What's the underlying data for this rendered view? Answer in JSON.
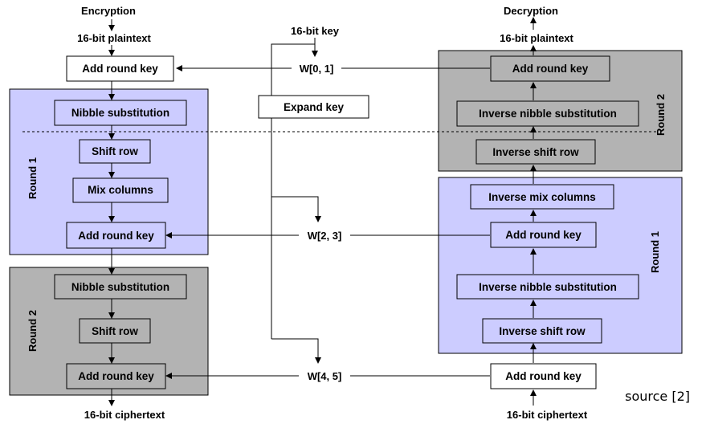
{
  "encryption": {
    "title": "Encryption",
    "input": "16-bit plaintext",
    "output": "16-bit ciphertext",
    "add_round_key_0": "Add round key",
    "round1": {
      "label": "Round 1",
      "nibble_sub": "Nibble substitution",
      "shift_row": "Shift row",
      "mix_columns": "Mix columns",
      "add_round_key": "Add round key"
    },
    "round2": {
      "label": "Round 2",
      "nibble_sub": "Nibble substitution",
      "shift_row": "Shift row",
      "add_round_key": "Add round key"
    }
  },
  "key_schedule": {
    "input": "16-bit key",
    "expand": "Expand key",
    "w01": "W[0, 1]",
    "w23": "W[2, 3]",
    "w45": "W[4, 5]"
  },
  "decryption": {
    "title": "Decryption",
    "output": "16-bit plaintext",
    "input": "16-bit ciphertext",
    "add_round_key_0": "Add round key",
    "round1": {
      "label": "Round 1",
      "inv_mix_columns": "Inverse mix columns",
      "add_round_key": "Add round key",
      "inv_nibble_sub": "Inverse nibble substitution",
      "inv_shift_row": "Inverse shift row"
    },
    "round2": {
      "label": "Round 2",
      "add_round_key": "Add round key",
      "inv_nibble_sub": "Inverse nibble substitution",
      "inv_shift_row": "Inverse shift row"
    }
  },
  "source": "source [2]",
  "colors": {
    "round1_fill": "#ccccff",
    "round2_fill": "#b3b3b3"
  }
}
